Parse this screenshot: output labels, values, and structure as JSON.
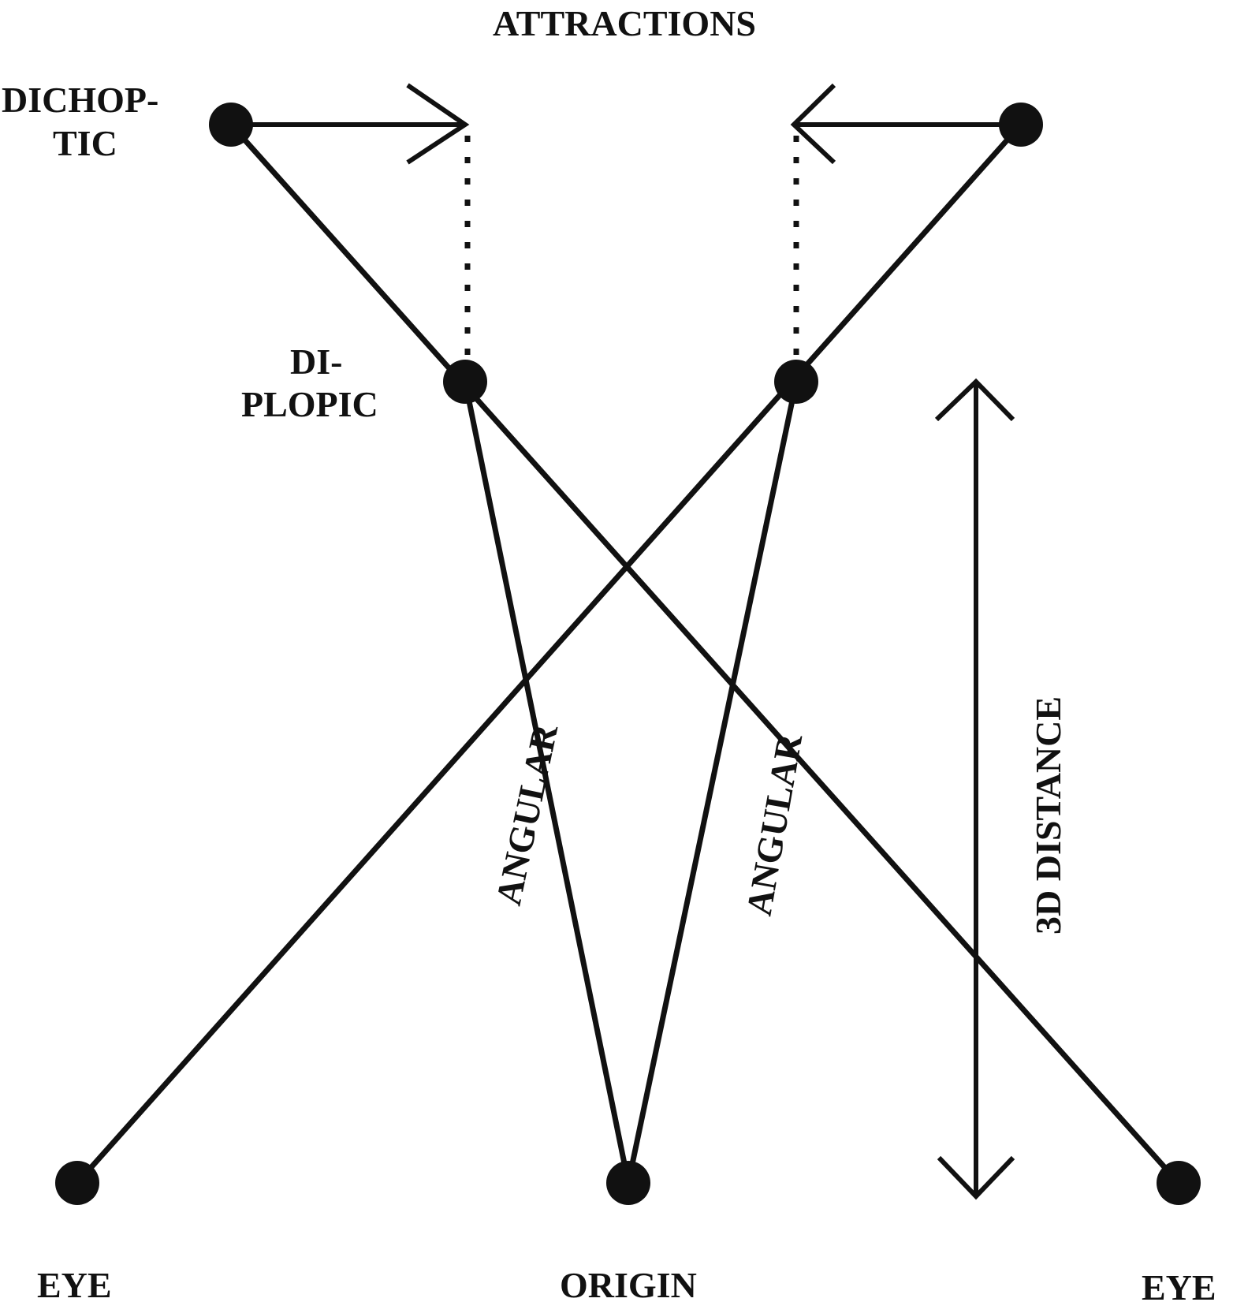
{
  "diagram": {
    "title": "ATTRACTIONS",
    "labels": {
      "dichoptic_line1": "DICHOP-",
      "dichoptic_line2": "TIC",
      "diplopic_line1": "DI-",
      "diplopic_line2": "PLOPIC",
      "angular_left": "ANGULAR",
      "angular_right": "ANGULAR",
      "distance": "3D DISTANCE",
      "eye_left": "EYE",
      "origin": "ORIGIN",
      "eye_right": "EYE"
    },
    "colors": {
      "ink": "#111111",
      "background": "#ffffff"
    }
  }
}
